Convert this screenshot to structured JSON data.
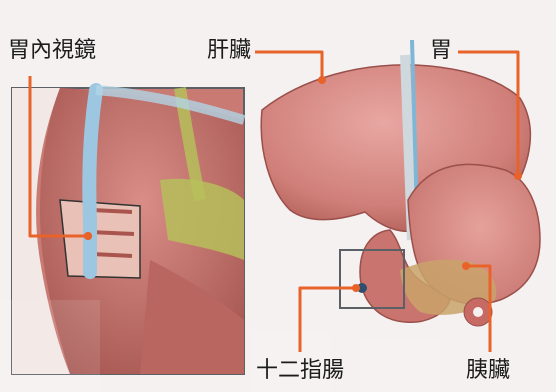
{
  "labels": {
    "endoscope": "胃內視鏡",
    "liver": "肝臟",
    "stomach": "胃",
    "duodenum": "十二指腸",
    "pancreas": "胰臟"
  },
  "colors": {
    "leader_line": "#e8622a",
    "organ_pink": "#d98a86",
    "organ_shadow": "#b9645f",
    "bile_green": "#a7b35b",
    "scope_blue": "#7fb6d6"
  }
}
